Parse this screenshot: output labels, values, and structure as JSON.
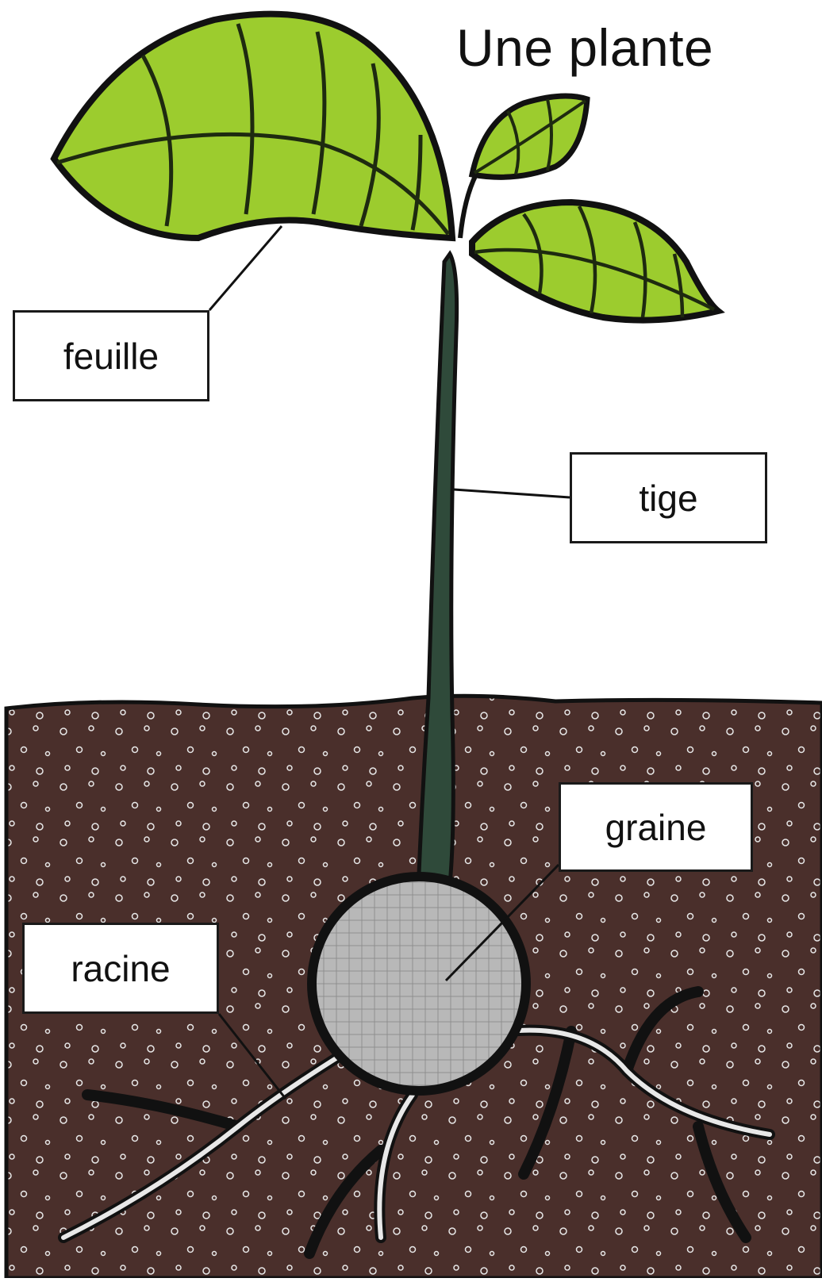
{
  "title": "Une plante",
  "labels": {
    "feuille": "feuille",
    "tige": "tige",
    "graine": "graine",
    "racine": "racine"
  },
  "colors": {
    "leaf": "#9ccc2e",
    "leaf_vein": "#1e2a10",
    "stem": "#2f4a3a",
    "soil": "#4a2f2b",
    "seed": "#b8b8b8",
    "root": "#e8e8e8",
    "outline": "#111111"
  }
}
